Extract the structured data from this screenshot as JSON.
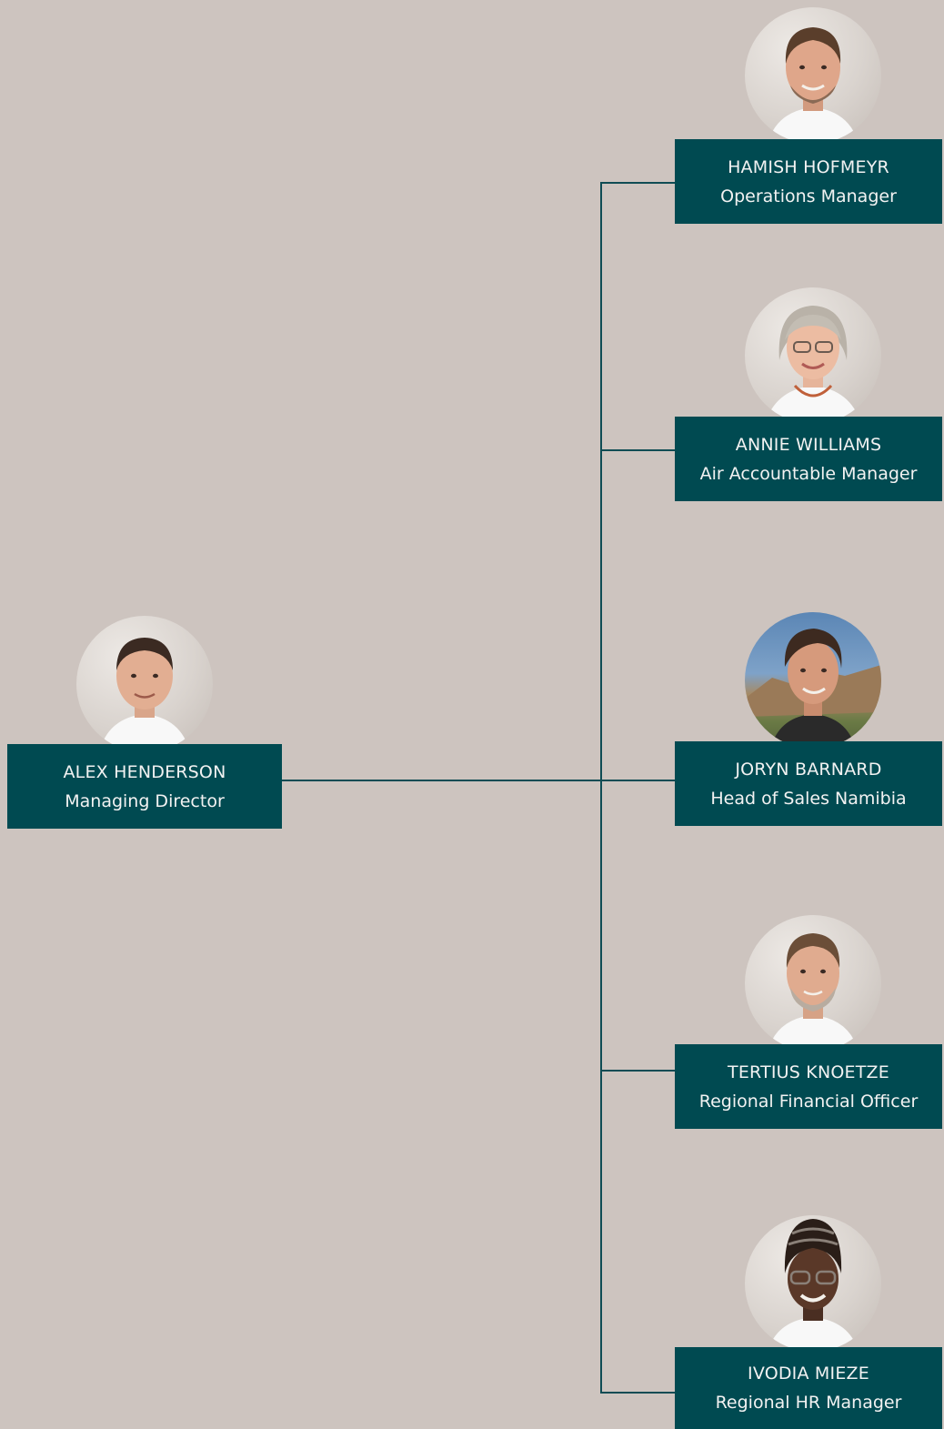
{
  "colors": {
    "background": "#cdc4bf",
    "card": "#004a51",
    "card_text": "#f2f2f2",
    "connector": "#0f4c54"
  },
  "director": {
    "name": "ALEX HENDERSON",
    "role": "Managing Director"
  },
  "reports": [
    {
      "name": "HAMISH HOFMEYR",
      "role": "Operations Manager"
    },
    {
      "name": "ANNIE WILLIAMS",
      "role": "Air Accountable Manager"
    },
    {
      "name": "JORYN BARNARD",
      "role": "Head of Sales Namibia"
    },
    {
      "name": "TERTIUS KNOETZE",
      "role": "Regional Financial Officer"
    },
    {
      "name": "IVODIA MIEZE",
      "role": "Regional HR Manager"
    }
  ]
}
